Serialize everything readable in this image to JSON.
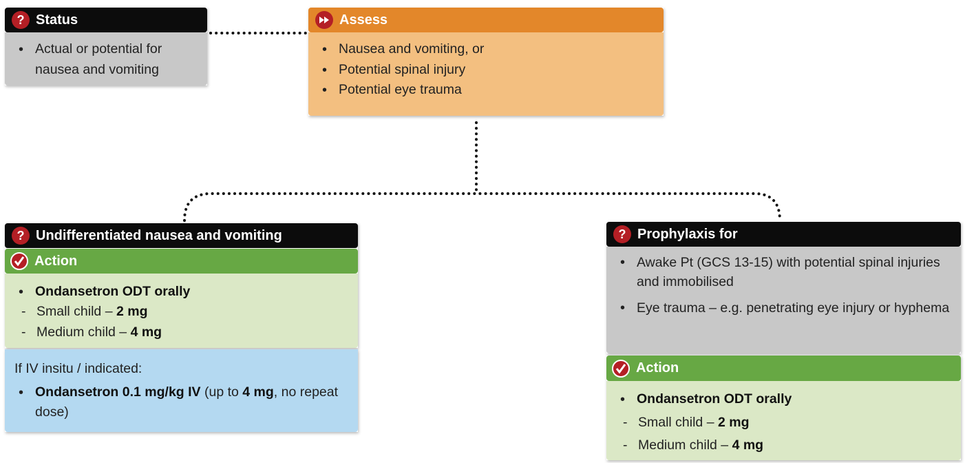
{
  "status": {
    "title": "Status",
    "items": [
      "Actual or potential for nausea and vomiting"
    ]
  },
  "assess": {
    "title": "Assess",
    "items": [
      "Nausea and vomiting, or",
      "Potential spinal injury",
      "Potential eye trauma"
    ]
  },
  "undiff": {
    "title": "Undifferentiated nausea and vomiting",
    "action_title": "Action",
    "drug": "Ondansetron ODT orally",
    "small_label": "Small child – ",
    "small_dose": "2 mg",
    "medium_label": "Medium child – ",
    "medium_dose": "4 mg",
    "iv_intro": "If IV insitu / indicated:",
    "iv_drug": "Ondansetron 0.1 mg/kg IV",
    "iv_pre": " (up to ",
    "iv_max": "4 mg",
    "iv_post": ", no repeat dose)"
  },
  "prophylaxis": {
    "title": "Prophylaxis for",
    "items": [
      "Awake Pt (GCS 13-15) with potential spinal injuries and immobilised",
      "Eye trauma – e.g. penetrating eye injury or hyphema"
    ],
    "action_title": "Action",
    "drug": "Ondansetron ODT orally",
    "small_label": "Small child – ",
    "small_dose": "2 mg",
    "medium_label": "Medium child – ",
    "medium_dose": "4 mg"
  },
  "icons": {
    "status": "question-icon",
    "assess": "fast-forward-icon",
    "undiff": "question-icon",
    "undiff_action": "checkmark-icon",
    "prophylaxis": "question-icon",
    "prophylaxis_action": "checkmark-icon"
  },
  "colors": {
    "header_black": "#0c0c0c",
    "header_orange": "#e3872a",
    "header_green": "#67a844",
    "icon_red": "#b41f25",
    "body_gray": "#c8c8c8",
    "body_orange": "#f3bf80",
    "body_green": "#dbe8c6",
    "body_blue": "#b4d9f1"
  }
}
